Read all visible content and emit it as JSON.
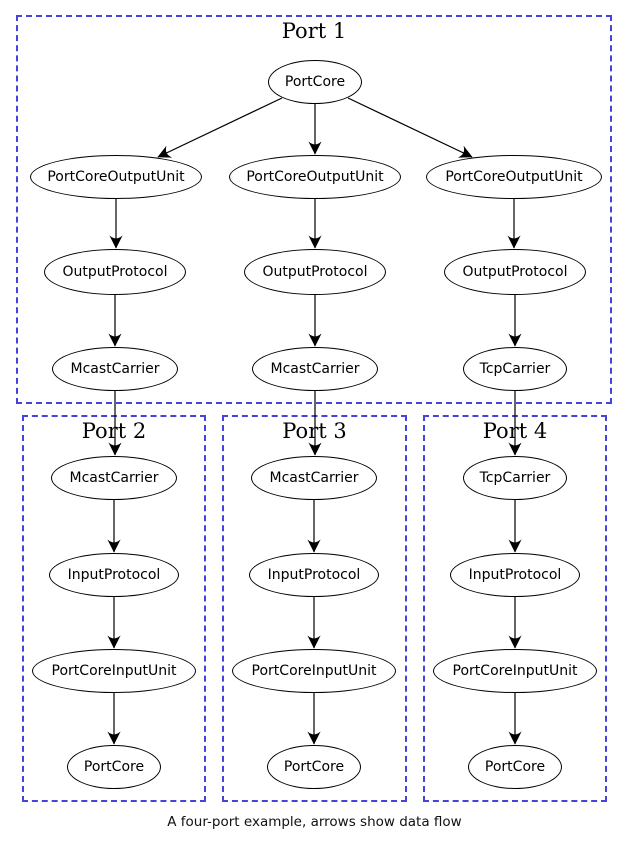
{
  "diagram": {
    "caption": "A four-port example, arrows show data flow",
    "colors": {
      "cluster_border": "#4444dd",
      "node_border": "#000000",
      "edge": "#000000",
      "background": "#ffffff",
      "text": "#000000"
    },
    "clusters": [
      {
        "label": "Port 1",
        "nodes": [
          "PortCore",
          "PortCoreOutputUnit",
          "PortCoreOutputUnit",
          "PortCoreOutputUnit",
          "OutputProtocol",
          "OutputProtocol",
          "OutputProtocol",
          "McastCarrier",
          "McastCarrier",
          "TcpCarrier"
        ]
      },
      {
        "label": "Port 2",
        "nodes": [
          "McastCarrier",
          "InputProtocol",
          "PortCoreInputUnit",
          "PortCore"
        ]
      },
      {
        "label": "Port 3",
        "nodes": [
          "McastCarrier",
          "InputProtocol",
          "PortCoreInputUnit",
          "PortCore"
        ]
      },
      {
        "label": "Port 4",
        "nodes": [
          "TcpCarrier",
          "InputProtocol",
          "PortCoreInputUnit",
          "PortCore"
        ]
      }
    ]
  }
}
